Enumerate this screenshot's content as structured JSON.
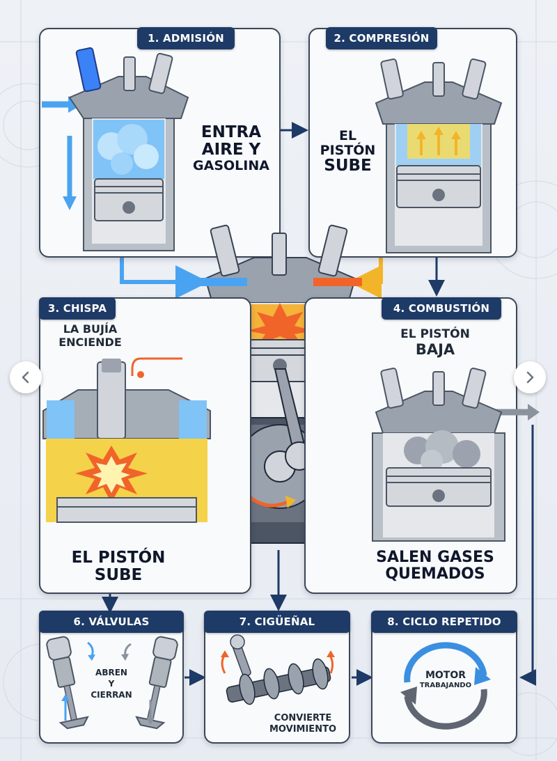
{
  "steps": {
    "admision": {
      "tab": "1. ADMISIÓN",
      "line1": "ENTRA",
      "line2": "AIRE Y",
      "line3": "GASOLINA"
    },
    "compresion": {
      "tab": "2. COMPRESIÓN",
      "line1": "EL",
      "line2": "PISTÓN",
      "line3": "SUBE"
    },
    "chispa": {
      "tab": "3. CHISPA",
      "caption1": "LA BUJÍA",
      "caption2": "ENCIENDE",
      "line1": "EL PISTÓN",
      "line2": "SUBE"
    },
    "combustion": {
      "tab": "4. COMBUSTIÓN",
      "caption1": "EL PISTÓN",
      "caption2": "BAJA",
      "line1": "SALEN GASES",
      "line2": "QUEMADOS"
    },
    "valvulas": {
      "tab": "6. VÁLVULAS",
      "label1": "ABREN",
      "label2": "Y",
      "label3": "CIERRAN"
    },
    "ciguenal": {
      "tab": "7. CIGÜEÑAL",
      "label1": "CONVIERTE",
      "label2": "MOVIMIENTO"
    },
    "ciclo": {
      "tab": "8. CICLO REPETIDO",
      "label1": "MOTOR",
      "label2": "TRABAJANDO"
    }
  },
  "nav": {
    "prev_icon": "chevron-left-icon",
    "next_icon": "chevron-right-icon"
  },
  "colors": {
    "tab_bg": "#1e3a66",
    "arrow_navy": "#1e3a66",
    "air_blue": "#4aa3f0",
    "fire_orange": "#f0642a",
    "fuel_yellow": "#f2c230",
    "exhaust_gray": "#8b929c"
  }
}
